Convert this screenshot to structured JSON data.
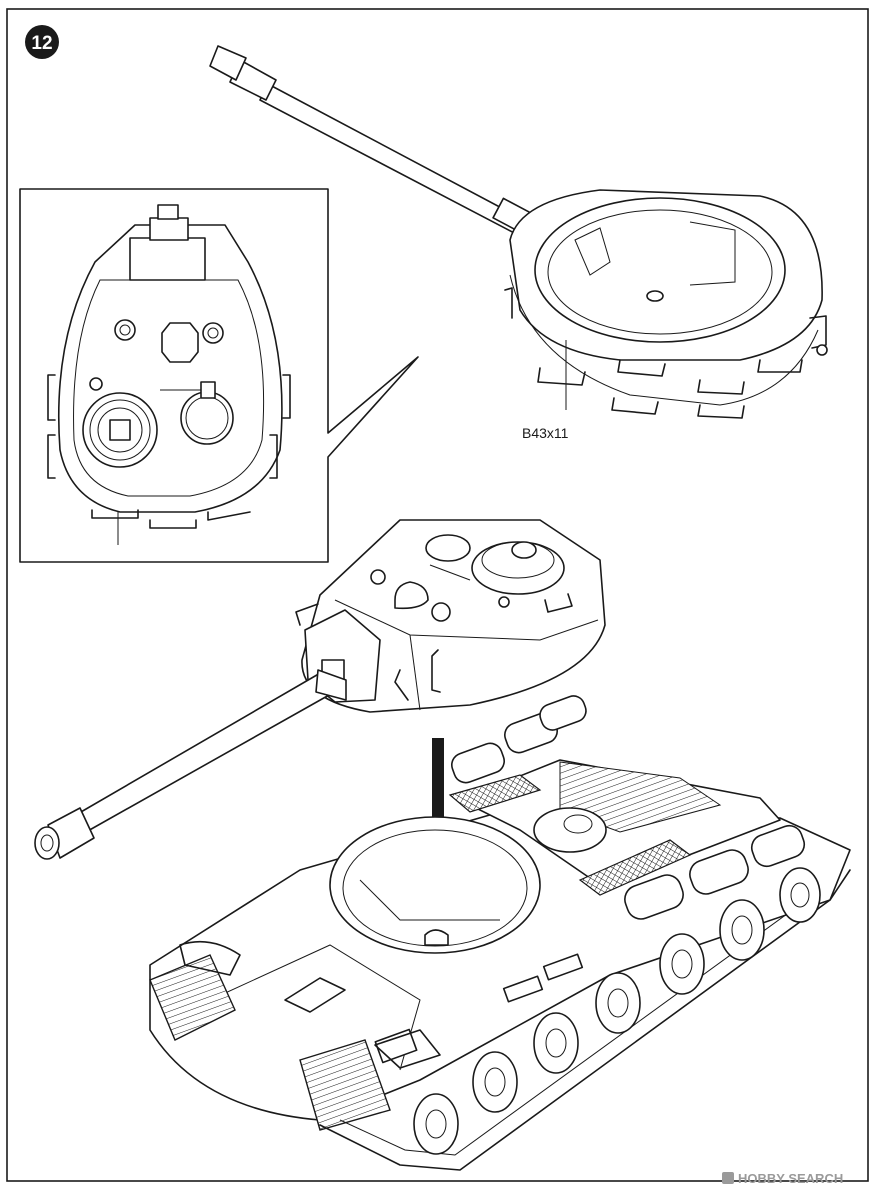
{
  "step": {
    "number": "12"
  },
  "callout": {
    "part_label": "B43x11"
  },
  "watermark": {
    "brand": "HOBBY SEARCH"
  },
  "colors": {
    "ink": "#1a1a1a",
    "paper": "#ffffff",
    "watermark": "#9a9a9a"
  }
}
